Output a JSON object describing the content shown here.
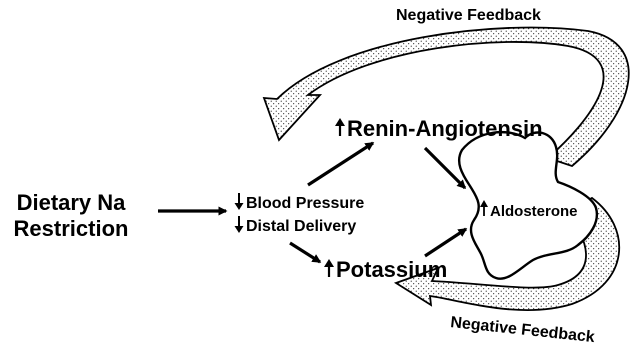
{
  "colors": {
    "ink": "#000000",
    "background": "#ffffff",
    "stipple": "#000000"
  },
  "nodes": {
    "dietary": {
      "line1": "Dietary Na",
      "line2": "Restriction"
    },
    "blood_pressure": {
      "arrow": "down",
      "label": "Blood Pressure"
    },
    "distal_delivery": {
      "arrow": "down",
      "label": "Distal Delivery"
    },
    "renin": {
      "arrow": "up",
      "label": "Renin-Angiotensin"
    },
    "potassium": {
      "arrow": "up",
      "label": "Potassium"
    },
    "aldosterone": {
      "arrow": "up",
      "label": "Aldosterone"
    }
  },
  "feedback": {
    "top_label": "Negative Feedback",
    "bottom_label": "Negative Feedback"
  },
  "edges": [
    {
      "from": "dietary",
      "to": "blood_pressure"
    },
    {
      "from": "blood_pressure",
      "to": "renin"
    },
    {
      "from": "distal_delivery",
      "to": "potassium"
    },
    {
      "from": "renin",
      "to": "aldosterone"
    },
    {
      "from": "potassium",
      "to": "aldosterone"
    },
    {
      "from": "aldosterone",
      "to": "renin",
      "kind": "negative-feedback"
    },
    {
      "from": "aldosterone",
      "to": "potassium",
      "kind": "negative-feedback"
    }
  ]
}
